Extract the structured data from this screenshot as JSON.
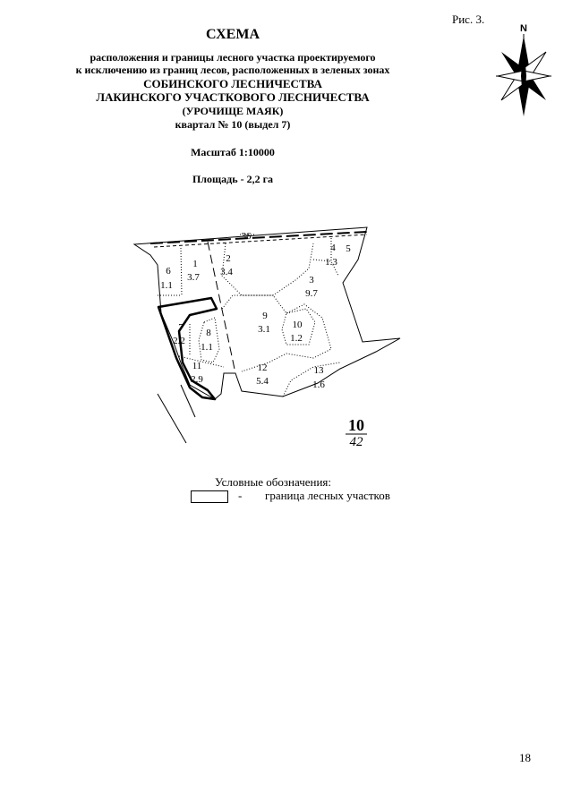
{
  "figure_label": "Рис. 3.",
  "title": "СХЕМА",
  "subtitle_lines": [
    "расположения и границы лесного участка проектируемого",
    "к исключению из границ лесов, расположенных в зеленых зонах",
    "СОБИНСКОГО ЛЕСНИЧЕСТВА",
    "ЛАКИНСКОГО УЧАСТКОВОГО ЛЕСНИЧЕСТВА",
    "(УРОЧИЩЕ МАЯК)",
    "квартал № 10 (выдел 7)"
  ],
  "scale": "Масштаб 1:10000",
  "area": "Площадь - 2,2 га",
  "compass_label": "N",
  "plots": [
    {
      "num": "1",
      "area": "3.7"
    },
    {
      "num": "2",
      "area": "3.4"
    },
    {
      "num": "3",
      "area": "9.7"
    },
    {
      "num": "4",
      "area": "1.3"
    },
    {
      "num": "5",
      "area": ""
    },
    {
      "num": "6",
      "area": "1.1"
    },
    {
      "num": "7",
      "area": "2.2"
    },
    {
      "num": "8",
      "area": "1.1"
    },
    {
      "num": "9",
      "area": "3.1"
    },
    {
      "num": "10",
      "area": "1.2"
    },
    {
      "num": "11",
      "area": "2.9"
    },
    {
      "num": "12",
      "area": "5.4"
    },
    {
      "num": "13",
      "area": "1.6"
    },
    {
      "num": "36",
      "area": ""
    }
  ],
  "quarter": {
    "number": "10",
    "area": "42"
  },
  "legend": {
    "title": "Условные обозначения:",
    "dash": "-",
    "item": "граница лесных участков"
  },
  "page_number": "18"
}
